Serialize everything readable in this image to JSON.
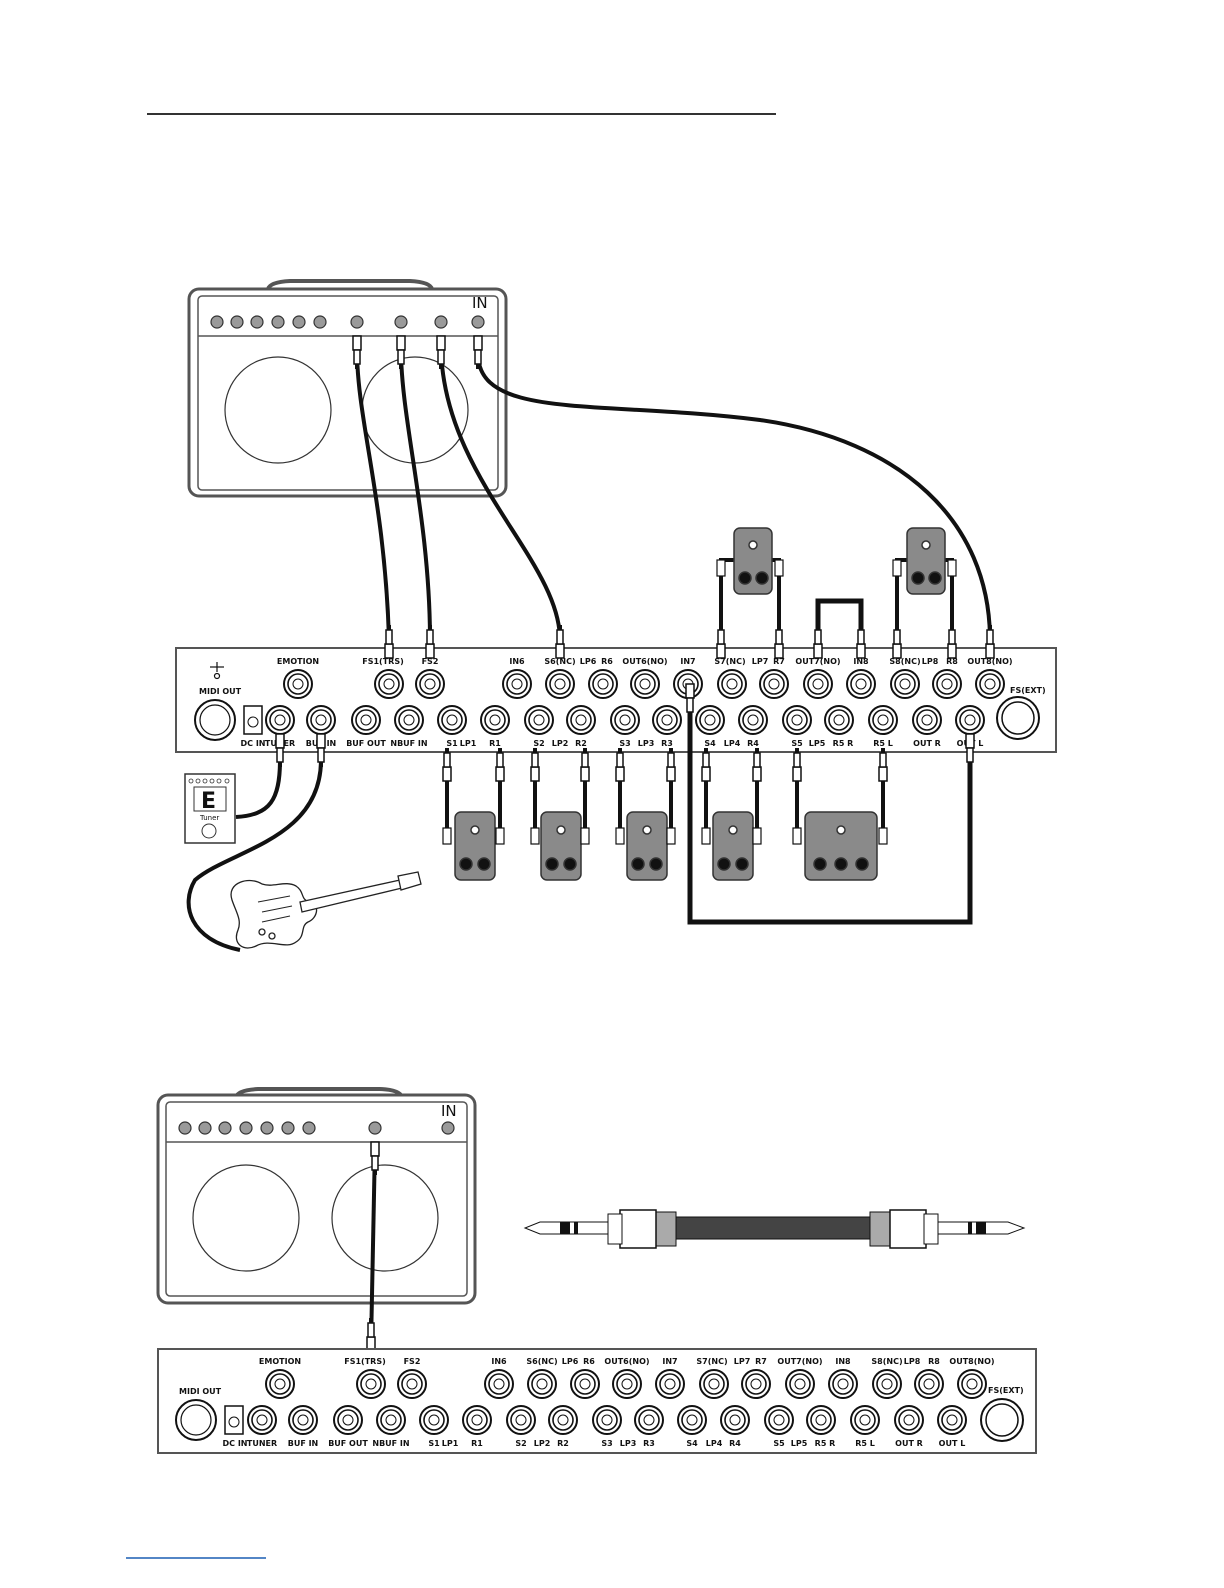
{
  "amp_top": {
    "in_label": "IN"
  },
  "amp_bottom": {
    "in_label": "IN"
  },
  "tuner": {
    "display": "E",
    "label": "Tuner"
  },
  "switcher_top": {
    "midi_out": "MIDI OUT",
    "top_labels": [
      "EMOTION",
      "FS1(TRS)",
      "FS2",
      "IN6",
      "S6(NC)",
      "LP6",
      "R6",
      "OUT6(NO)",
      "IN7",
      "S7(NC)",
      "LP7",
      "R7",
      "OUT7(NO)",
      "IN8",
      "S8(NC)",
      "LP8",
      "R8",
      "OUT8(NO)"
    ],
    "bottom_labels": [
      "DC IN",
      "TUNER",
      "BUF IN",
      "BUF OUT",
      "NBUF IN",
      "S1",
      "LP1",
      "R1",
      "S2",
      "LP2",
      "R2",
      "S3",
      "LP3",
      "R3",
      "S4",
      "LP4",
      "R4",
      "S5",
      "LP5",
      "R5 R",
      "R5 L",
      "OUT R",
      "OUT L"
    ],
    "fs_ext": "FS(EXT)"
  },
  "switcher_bottom": {
    "midi_out": "MIDI OUT",
    "top_labels": [
      "EMOTION",
      "FS1(TRS)",
      "FS2",
      "IN6",
      "S6(NC)",
      "LP6",
      "R6",
      "OUT6(NO)",
      "IN7",
      "S7(NC)",
      "LP7",
      "R7",
      "OUT7(NO)",
      "IN8",
      "S8(NC)",
      "LP8",
      "R8",
      "OUT8(NO)"
    ],
    "bottom_labels": [
      "DC IN",
      "TUNER",
      "BUF IN",
      "BUF OUT",
      "NBUF IN",
      "S1",
      "LP1",
      "R1",
      "S2",
      "LP2",
      "R2",
      "S3",
      "LP3",
      "R3",
      "S4",
      "LP4",
      "R4",
      "S5",
      "LP5",
      "R5 R",
      "R5 L",
      "OUT R",
      "OUT L"
    ],
    "fs_ext": "FS(EXT)"
  },
  "colors": {
    "pedal": "#8a8a8a",
    "cable": "#111111",
    "amp_frame": "#555555",
    "knob": "#9a9a9a",
    "link": "#1a5fb4"
  }
}
